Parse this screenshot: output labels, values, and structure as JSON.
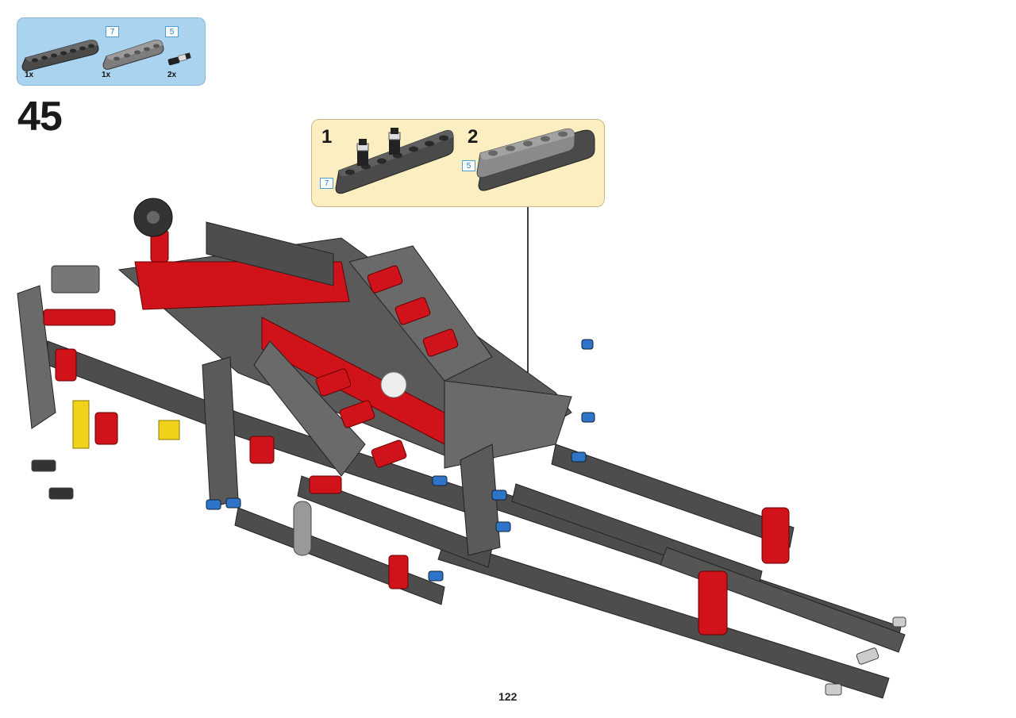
{
  "parts_list": {
    "items": [
      {
        "name": "liftarm-beam-7",
        "length": "7",
        "quantity": "1x"
      },
      {
        "name": "liftarm-beam-5",
        "length": "5",
        "quantity": "1x"
      },
      {
        "name": "friction-pin-with-axle",
        "quantity": "2x"
      }
    ]
  },
  "step": {
    "number": "45"
  },
  "callout": {
    "substeps": [
      {
        "number": "1",
        "beam_length": "7"
      },
      {
        "number": "2",
        "beam_length": "5"
      }
    ]
  },
  "page": {
    "number": "122"
  },
  "colors": {
    "parts_box_bg": "#a9d3ef",
    "callout_bg": "#fbeec1",
    "beam_dark_gray": "#4d4d4d",
    "beam_light_gray": "#8a8a8a",
    "red": "#d0131a",
    "blue": "#2e74c9",
    "yellow": "#f1d21a"
  }
}
